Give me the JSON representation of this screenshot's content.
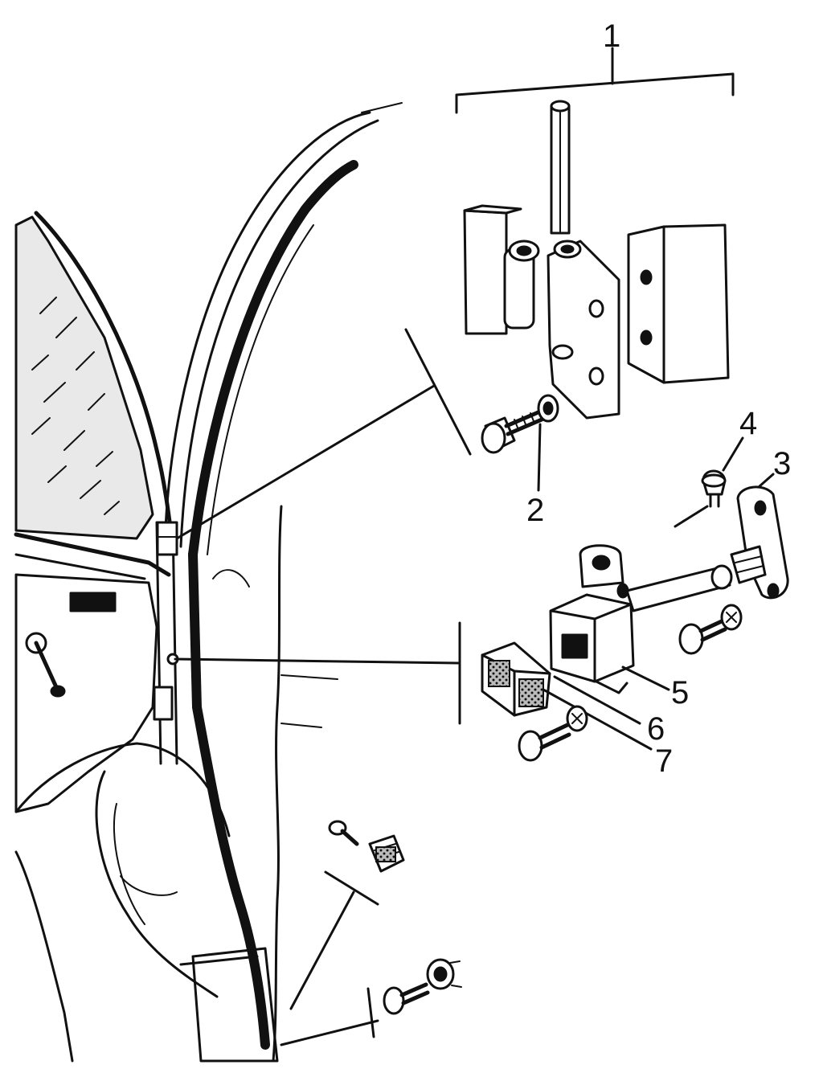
{
  "colors": {
    "ink": "#111111",
    "paper": "#ffffff",
    "shade": "#cfcfcf"
  },
  "callouts": {
    "c1": "1",
    "c2": "2",
    "c3": "3",
    "c4": "4",
    "c5": "5",
    "c6": "6",
    "c7": "7"
  }
}
